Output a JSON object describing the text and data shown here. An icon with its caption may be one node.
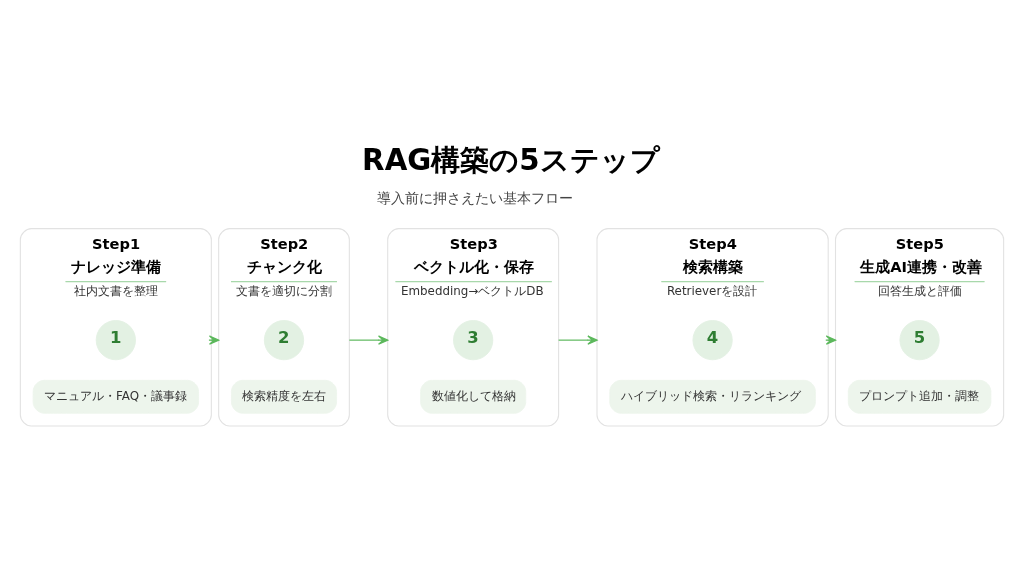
{
  "diagram": {
    "title": "RAG構築の5ステップ",
    "nodes": [
      {
        "text": [
          "Step1",
          "ナレッジ準備",
          "社内文書を整理"
        ]
      },
      {
        "text": [
          "1"
        ],
        "in": 0
      },
      {
        "text": [
          "マニュアル・FAQ・議事録"
        ],
        "in": 0
      },
      {
        "text": [
          "Step2",
          "チャンク化",
          "文書を適切に分割"
        ]
      },
      {
        "text": [
          "2"
        ],
        "in": 3
      },
      {
        "text": [
          "検索精度を左右"
        ],
        "in": 3
      },
      {
        "text": [
          "Step3",
          "ベクトル化・保存",
          "Embedding→ベクトルDB"
        ]
      },
      {
        "text": [
          "3"
        ],
        "in": 6
      },
      {
        "text": [
          "数値化して格納"
        ],
        "in": 6
      },
      {
        "text": [
          "Step4",
          "検索構築",
          "Retrieverを設計"
        ]
      },
      {
        "text": [
          "4"
        ],
        "in": 9
      },
      {
        "text": [
          "ハイブリッド検索・リランキング"
        ],
        "in": 9
      },
      {
        "text": [
          "Step5",
          "生成AI連携・改善",
          "回答生成と評価"
        ]
      },
      {
        "text": [
          "5"
        ],
        "in": 12
      },
      {
        "text": [
          "プロンプト追加・調整"
        ],
        "in": 12
      }
    ],
    "edges": [
      {
        "from": 0,
        "to": 3,
        "arrow": "to"
      },
      {
        "from": 3,
        "to": 6,
        "arrow": "to"
      },
      {
        "from": 6,
        "to": 9,
        "arrow": "to"
      },
      {
        "from": 9,
        "to": 12,
        "arrow": "to"
      }
    ],
    "labels": [
      "導入前に押さえたい基本フロー"
    ]
  }
}
